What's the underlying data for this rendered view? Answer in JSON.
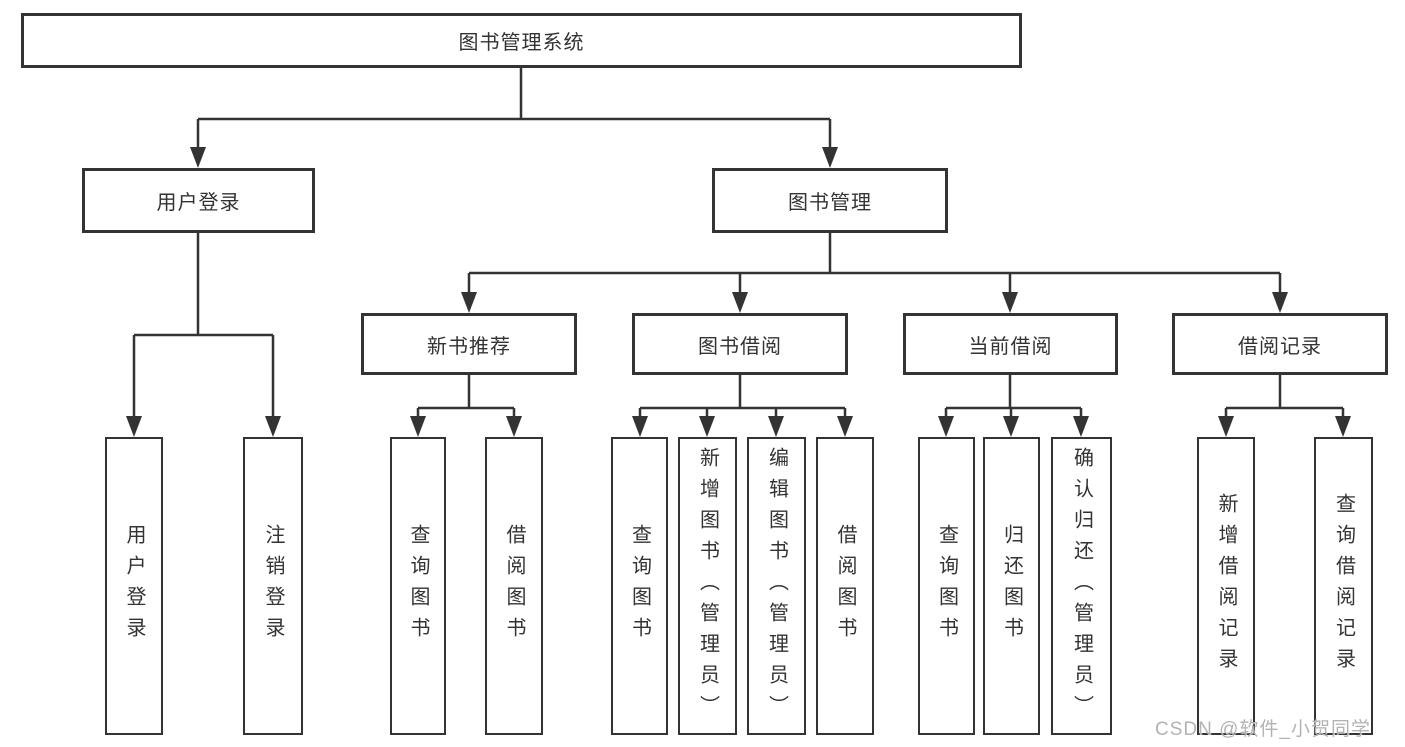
{
  "watermark": {
    "text": "CSDN @软件_小贺同学"
  },
  "colors": {
    "line": "#333333",
    "box_border": "#333333",
    "text": "#333333",
    "background": "#ffffff",
    "watermark": "#b3b3b3"
  },
  "tree": {
    "root": {
      "label": "图书管理系统",
      "children": [
        {
          "label": "用户登录",
          "children": [
            {
              "label": "用户登录"
            },
            {
              "label": "注销登录"
            }
          ]
        },
        {
          "label": "图书管理",
          "children": [
            {
              "label": "新书推荐",
              "children": [
                {
                  "label": "查询图书"
                },
                {
                  "label": "借阅图书"
                }
              ]
            },
            {
              "label": "图书借阅",
              "children": [
                {
                  "label": "查询图书"
                },
                {
                  "label": "新增图书（管理员）"
                },
                {
                  "label": "编辑图书（管理员）"
                },
                {
                  "label": "借阅图书"
                }
              ]
            },
            {
              "label": "当前借阅",
              "children": [
                {
                  "label": "查询图书"
                },
                {
                  "label": "归还图书"
                },
                {
                  "label": "确认归还（管理员）"
                }
              ]
            },
            {
              "label": "借阅记录",
              "children": [
                {
                  "label": "新增借阅记录"
                },
                {
                  "label": "查询借阅记录"
                }
              ]
            }
          ]
        }
      ]
    }
  }
}
